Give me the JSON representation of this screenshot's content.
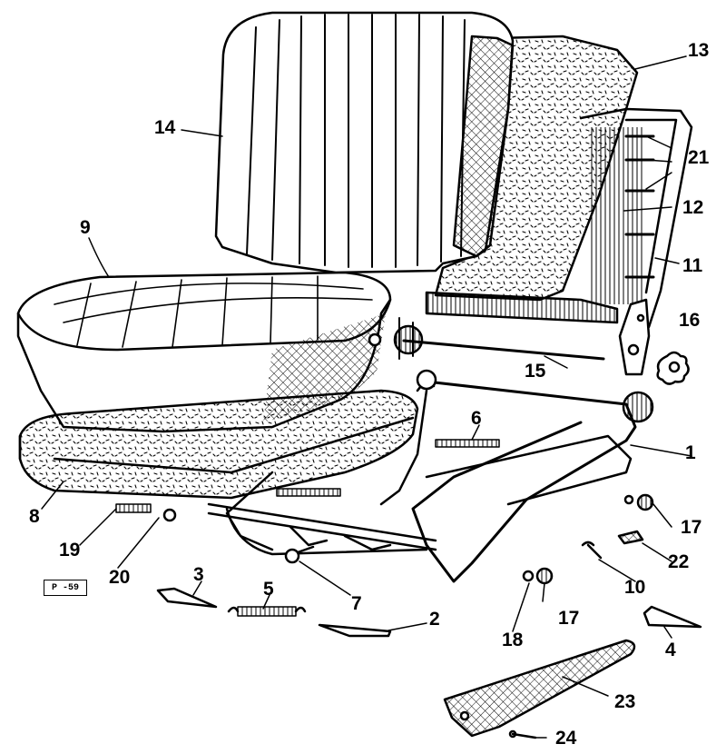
{
  "diagram": {
    "subject": "seat assembly exploded view",
    "parts": [
      {
        "id": "p1",
        "label": "1"
      },
      {
        "id": "p2",
        "label": "2"
      },
      {
        "id": "p3",
        "label": "3"
      },
      {
        "id": "p4",
        "label": "4"
      },
      {
        "id": "p5",
        "label": "5"
      },
      {
        "id": "p6",
        "label": "6"
      },
      {
        "id": "p7",
        "label": "7"
      },
      {
        "id": "p8",
        "label": "8"
      },
      {
        "id": "p9",
        "label": "9"
      },
      {
        "id": "p10",
        "label": "10"
      },
      {
        "id": "p11",
        "label": "11"
      },
      {
        "id": "p12",
        "label": "12"
      },
      {
        "id": "p13",
        "label": "13"
      },
      {
        "id": "p14",
        "label": "14"
      },
      {
        "id": "p15",
        "label": "15"
      },
      {
        "id": "p16",
        "label": "16"
      },
      {
        "id": "p17a",
        "label": "17"
      },
      {
        "id": "p17b",
        "label": "17"
      },
      {
        "id": "p18",
        "label": "18"
      },
      {
        "id": "p19",
        "label": "19"
      },
      {
        "id": "p20",
        "label": "20"
      },
      {
        "id": "p21",
        "label": "21"
      },
      {
        "id": "p22",
        "label": "22"
      },
      {
        "id": "p23",
        "label": "23"
      },
      {
        "id": "p24",
        "label": "24"
      }
    ],
    "stamp": "P -59",
    "colors": {
      "ink": "#000000",
      "paper": "#ffffff"
    }
  }
}
